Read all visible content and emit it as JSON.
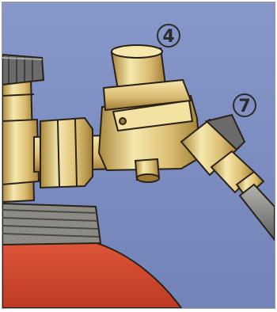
{
  "callouts": [
    {
      "label": "4"
    },
    {
      "label": "7"
    }
  ],
  "colors": {
    "background": "#7d8fc2",
    "brass_light": "#f3e3a3",
    "brass_mid": "#d9b86a",
    "brass_dark": "#9c7a34",
    "cylinder_red": "#d5492f",
    "hose_grey": "#8a8a86",
    "valve_grey": "#6b6b6b",
    "outline": "#2a2218"
  },
  "icons": [
    "gas-cylinder-illustration",
    "pressure-regulator-illustration",
    "gas-hose-illustration"
  ]
}
